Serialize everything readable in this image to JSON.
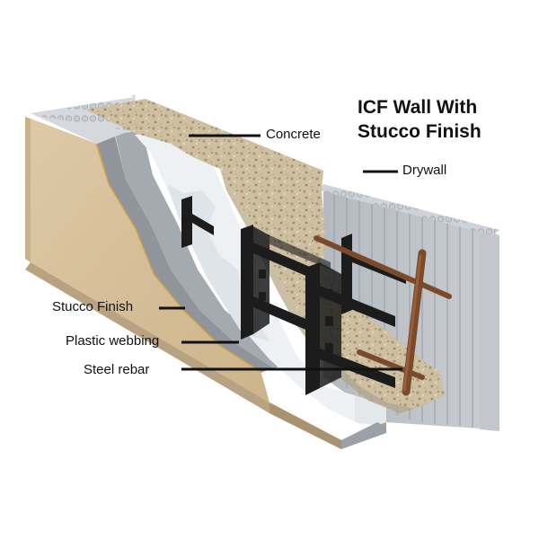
{
  "title": {
    "line1": "ICF Wall With",
    "line2": "Stucco Finish"
  },
  "labels": {
    "concrete": "Concrete",
    "drywall": "Drywall",
    "stucco": "Stucco Finish",
    "webbing": "Plastic webbing",
    "rebar": "Steel rebar"
  },
  "colors": {
    "concrete": "#cdbfa0",
    "foam": "#e8ecef",
    "drywall": "#b9bec4",
    "stucco": "#d9c4a0",
    "stucco_edge": "#d0a24a",
    "webbing": "#1a1a1a",
    "rebar": "#7a4a2a"
  }
}
